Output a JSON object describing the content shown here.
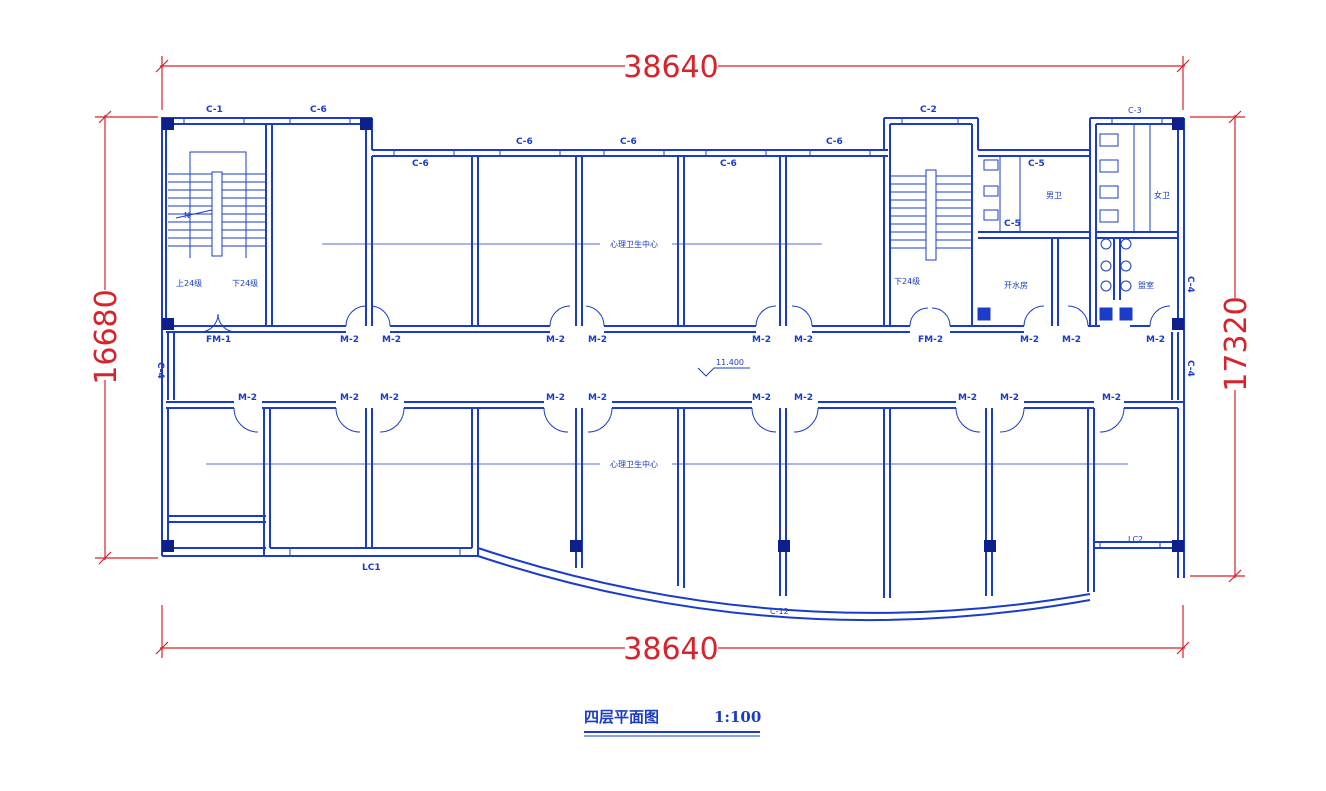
{
  "dims": {
    "top": "38640",
    "bottom": "38640",
    "left": "16680",
    "right": "17320"
  },
  "title": {
    "name": "四层平面图",
    "scale": "1:100"
  },
  "level": "11.400",
  "rooms": {
    "center_top": "心理卫生中心",
    "center_bottom": "心理卫生中心",
    "men_wc": "男卫",
    "women_wc": "女卫",
    "water_room": "开水房",
    "wash_room": "盥室"
  },
  "stairs": {
    "up": "上24级",
    "down1": "下24级",
    "down2": "下24级",
    "north": "N"
  },
  "windows": {
    "c1": "C-1",
    "c6a": "C-6",
    "c6b": "C-6",
    "c6c": "C-6",
    "c6d": "C-6",
    "c6e": "C-6",
    "c6f": "C-6",
    "c2": "C-2",
    "c3": "C-3",
    "c5a": "C-5",
    "c5b": "C-5",
    "c4l": "C-4",
    "c4ra": "C-4",
    "c4rb": "C-4",
    "lc1": "LC1",
    "lc2": "LC2",
    "c12": "C-12"
  },
  "doors": {
    "fm1": "FM-1",
    "fm2": "FM-2",
    "m2_u1": "M-2",
    "m2_u2": "M-2",
    "m2_u3": "M-2",
    "m2_u4": "M-2",
    "m2_u5": "M-2",
    "m2_u6": "M-2",
    "m2_u7": "M-2",
    "m2_u8": "M-2",
    "m2_u9": "M-2",
    "m2_l1": "M-2",
    "m2_l2": "M-2",
    "m2_l3": "M-2",
    "m2_l4": "M-2",
    "m2_l5": "M-2",
    "m2_l6": "M-2",
    "m2_l7": "M-2",
    "m2_l8": "M-2",
    "m2_l9": "M-2",
    "m2_l10": "M-2"
  },
  "colors": {
    "wall": "#1a3cc8",
    "dimension": "#d8232a",
    "column": "#0d1f8a"
  }
}
